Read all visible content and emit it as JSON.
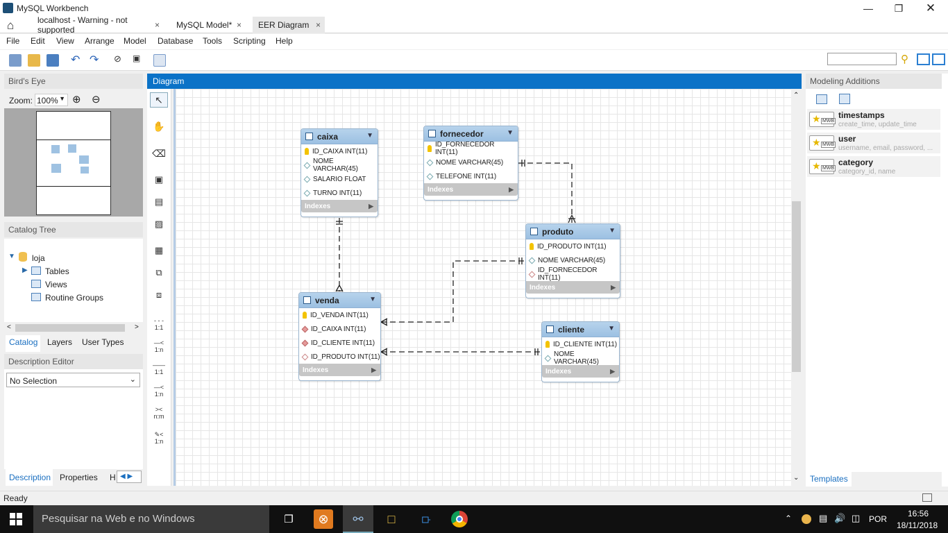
{
  "window": {
    "title": "MySQL Workbench"
  },
  "tabs": [
    {
      "label": "localhost - Warning - not supported"
    },
    {
      "label": "MySQL Model*"
    },
    {
      "label": "EER Diagram"
    }
  ],
  "menu": [
    "File",
    "Edit",
    "View",
    "Arrange",
    "Model",
    "Database",
    "Tools",
    "Scripting",
    "Help"
  ],
  "birds_eye": {
    "title": "Bird's Eye",
    "zoom_label": "Zoom:",
    "zoom_value": "100%"
  },
  "catalog": {
    "title": "Catalog Tree",
    "schema": "loja",
    "items": [
      "Tables",
      "Views",
      "Routine Groups"
    ],
    "tabs": [
      "Catalog",
      "Layers",
      "User Types"
    ]
  },
  "description_editor": {
    "title": "Description Editor",
    "selection": "No Selection",
    "tabs": [
      "Description",
      "Properties",
      "H"
    ]
  },
  "diagram": {
    "title": "Diagram"
  },
  "vtools": {
    "rel_11a": "1:1",
    "rel_1na": "1:n",
    "rel_11b": "1:1",
    "rel_1nb": "1:n",
    "rel_nm": "n:m",
    "rel_1n_ex": "1:n"
  },
  "entities": {
    "caixa": {
      "name": "caixa",
      "columns": [
        "ID_CAIXA INT(11)",
        "NOME VARCHAR(45)",
        "SALARIO FLOAT",
        "TURNO INT(11)"
      ],
      "indexes": "Indexes"
    },
    "fornecedor": {
      "name": "fornecedor",
      "columns": [
        "ID_FORNECEDOR INT(11)",
        "NOME VARCHAR(45)",
        "TELEFONE INT(11)"
      ],
      "indexes": "Indexes"
    },
    "produto": {
      "name": "produto",
      "columns": [
        "ID_PRODUTO INT(11)",
        "NOME VARCHAR(45)",
        "ID_FORNECEDOR INT(11)"
      ],
      "indexes": "Indexes"
    },
    "venda": {
      "name": "venda",
      "columns": [
        "ID_VENDA INT(11)",
        "ID_CAIXA INT(11)",
        "ID_CLIENTE INT(11)",
        "ID_PRODUTO INT(11)"
      ],
      "indexes": "Indexes"
    },
    "cliente": {
      "name": "cliente",
      "columns": [
        "ID_CLIENTE INT(11)",
        "NOME VARCHAR(45)"
      ],
      "indexes": "Indexes"
    }
  },
  "modeling_additions": {
    "title": "Modeling Additions",
    "items": [
      {
        "name": "timestamps",
        "sub": "create_time, update_time"
      },
      {
        "name": "user",
        "sub": "username, email, password, ..."
      },
      {
        "name": "category",
        "sub": "category_id, name"
      }
    ],
    "tab": "Templates"
  },
  "status": {
    "text": "Ready"
  },
  "taskbar": {
    "search_placeholder": "Pesquisar na Web e no Windows",
    "lang": "POR",
    "time": "16:56",
    "date": "18/11/2018"
  },
  "colors": {
    "diagram_header": "#0b72c7",
    "entity_header": "#9cc0e2",
    "taskbar": "#101010"
  }
}
